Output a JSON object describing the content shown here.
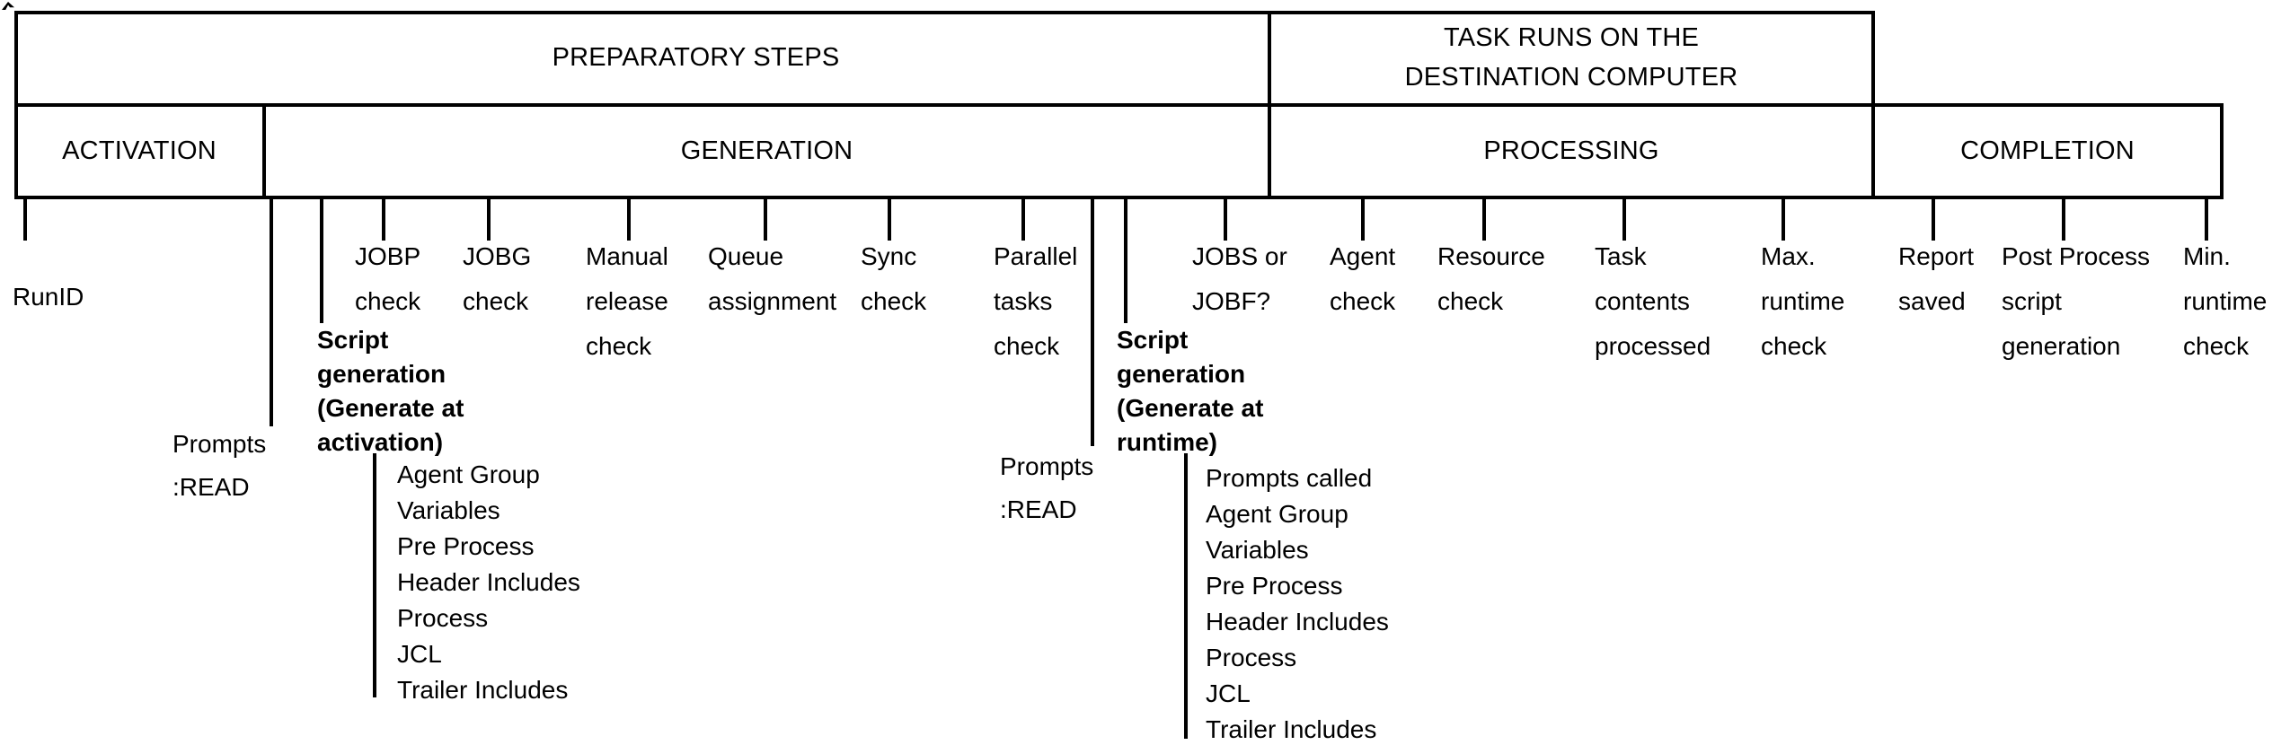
{
  "colors": {
    "line": "#000000",
    "text": "#000000",
    "background": "#ffffff"
  },
  "header": {
    "preparatory": "PREPARATORY STEPS",
    "task_runs": "TASK RUNS ON THE\nDESTINATION COMPUTER",
    "activation": "ACTIVATION",
    "generation": "GENERATION",
    "processing": "PROCESSING",
    "completion": "COMPLETION"
  },
  "labels": {
    "runid": "RunID",
    "prompts_read_activation": "Prompts\n:READ",
    "script_gen_activation": "Script\ngeneration\n(Generate at\nactivation)",
    "jobp_check": "JOBP\ncheck",
    "jobg_check": "JOBG\ncheck",
    "manual_release_check": "Manual\nrelease\ncheck",
    "queue_assignment": "Queue\nassignment",
    "sync_check": "Sync\ncheck",
    "parallel_tasks_check": "Parallel\ntasks\ncheck",
    "prompts_read_runtime": "Prompts\n:READ",
    "script_gen_runtime": "Script\ngeneration\n(Generate at\nruntime)",
    "jobs_or_jobf": "JOBS or\nJOBF?",
    "agent_check": "Agent\ncheck",
    "resource_check": "Resource\ncheck",
    "task_contents_processed": "Task\ncontents\nprocessed",
    "max_runtime_check": "Max.\nruntime\ncheck",
    "report_saved": "Report\nsaved",
    "post_process_script_generation": "Post Process\nscript\ngeneration",
    "min_runtime_check": "Min.\nruntime\ncheck"
  },
  "details": {
    "activation": "Agent Group\nVariables\nPre Process\nHeader Includes\nProcess\nJCL\nTrailer Includes",
    "runtime": "Prompts called\nAgent Group\nVariables\nPre Process\nHeader Includes\nProcess\nJCL\nTrailer Includes"
  }
}
